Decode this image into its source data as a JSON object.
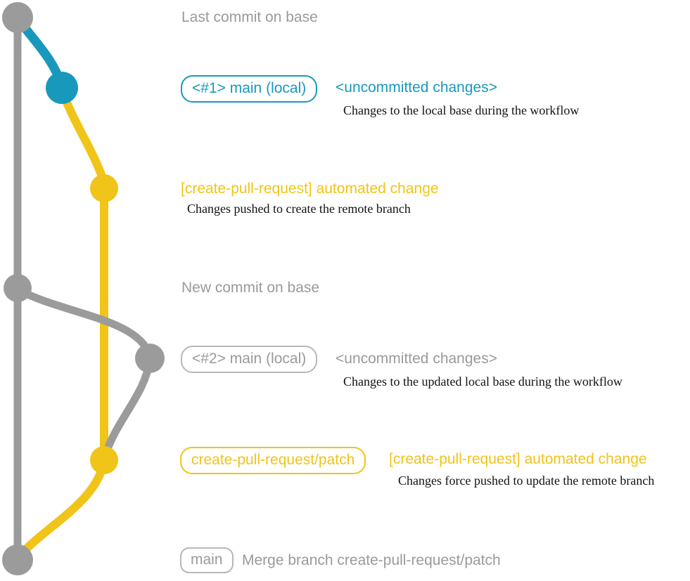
{
  "colors": {
    "gray": "#9b9b9b",
    "gray_text": "#9a9a9a",
    "gray_border": "#b7b7b7",
    "blue": "#1899bb",
    "yellow": "#f0c419",
    "yellow_text": "#f0c419",
    "black": "#111111"
  },
  "graph": {
    "branches": [
      {
        "name": "base",
        "color": "#9b9b9b"
      },
      {
        "name": "main (local)",
        "color": "#1899bb"
      },
      {
        "name": "create-pull-request/patch",
        "color": "#f0c419"
      }
    ],
    "commits": [
      {
        "id": "last-commit-on-base",
        "branch": "base"
      },
      {
        "id": "uncommitted-changes-1",
        "branch": "main (local)"
      },
      {
        "id": "automated-change-1",
        "branch": "create-pull-request/patch"
      },
      {
        "id": "new-commit-on-base",
        "branch": "base"
      },
      {
        "id": "uncommitted-changes-2",
        "branch": "main (local)"
      },
      {
        "id": "automated-change-2",
        "branch": "create-pull-request/patch"
      },
      {
        "id": "merge-commit",
        "branch": "base"
      }
    ]
  },
  "annotations": {
    "last_commit_on_base": "Last commit on base",
    "section1": {
      "badge": "<#1> main (local)",
      "status": "<uncommitted changes>",
      "caption": "Changes to the local base during the workflow"
    },
    "section2": {
      "title": "[create-pull-request] automated change",
      "caption": "Changes pushed to create the remote branch"
    },
    "new_commit_on_base": "New commit on base",
    "section3": {
      "badge": "<#2> main (local)",
      "status": "<uncommitted changes>",
      "caption": "Changes to the updated local base during the workflow"
    },
    "section4": {
      "badge": "create-pull-request/patch",
      "title": "[create-pull-request] automated change",
      "caption": "Changes force pushed to update the remote branch"
    },
    "section5": {
      "badge": "main",
      "title": "Merge branch create-pull-request/patch"
    }
  }
}
